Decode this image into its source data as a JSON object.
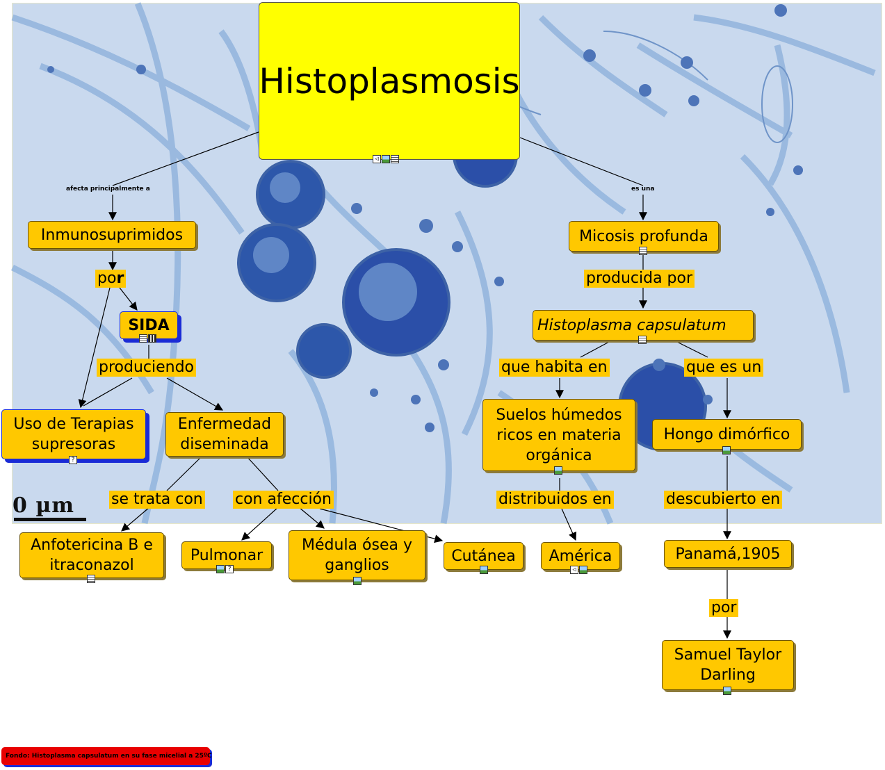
{
  "title": "Histoplasmosis",
  "background_caption": "Fondo: Histoplasma capsulatum en su fase micelial a 25ºC",
  "scale_label": "0 µm",
  "nodes": {
    "inmunosuprimidos": "Inmunosuprimidos",
    "sida": "SIDA",
    "terapias": "Uso de Terapias supresoras",
    "enfermedad": "Enfermedad diseminada",
    "anfotericina": "Anfotericina B e itraconazol",
    "pulmonar": "Pulmonar",
    "medula": "Médula ósea y ganglios",
    "cutanea": "Cutánea",
    "micosis": "Micosis profunda",
    "histoplasma": "Histoplasma capsulatum",
    "suelos": "Suelos húmedos ricos en materia orgánica",
    "hongo": "Hongo dimórfico",
    "america": "América",
    "panama": "Panamá,1905",
    "darling": "Samuel Taylor Darling"
  },
  "links": {
    "afecta": "afecta principalmente a",
    "es_una": "es una",
    "por1_pre": "po",
    "por1_bold": "r",
    "produciendo": "produciendo",
    "se_trata": " se trata con",
    "con_afeccion": "con afección",
    "producida": "producida por",
    "que_habita": "que habita en",
    "que_es": "que es un",
    "distribuidos": "distribuidos en",
    "descubierto": "descubierto en",
    "por2": "por "
  },
  "icon_labels": {
    "help": "?"
  },
  "colors": {
    "node": "#ffc800",
    "title": "#ffff00",
    "shadow_blue": "#1a2bd6",
    "footer": "#e80000",
    "background": "#c9d9ee",
    "cell": "#2b4fa8"
  }
}
